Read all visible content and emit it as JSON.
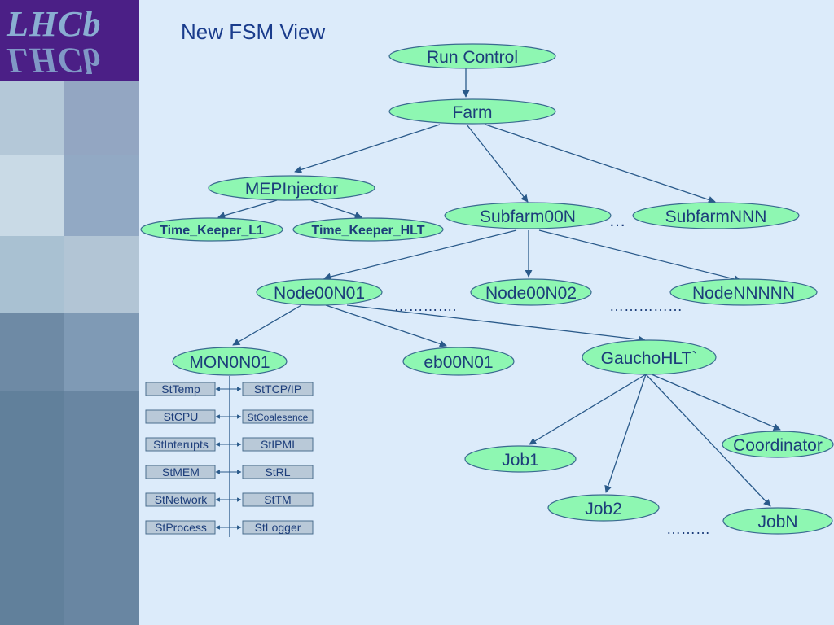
{
  "logo": {
    "text": "LHCb"
  },
  "title": "New FSM View",
  "nodes": {
    "run_control": "Run Control",
    "farm": "Farm",
    "mepinjector": "MEPInjector",
    "time_keeper_l1": "Time_Keeper_L1",
    "time_keeper_hlt": "Time_Keeper_HLT",
    "subfarm00n": "Subfarm00N",
    "subfarmnnn": "SubfarmNNN",
    "node00n01": "Node00N01",
    "node00n02": "Node00N02",
    "nodennnnn": "NodeNNNNN",
    "mon0n01": "MON0N01",
    "eb00n01": "eb00N01",
    "gauchohlt": "GauchoHLT`",
    "job1": "Job1",
    "job2": "Job2",
    "jobn": "JobN",
    "coordinator": "Coordinator"
  },
  "ellipses": {
    "subfarms": "…",
    "nodes_left": "………….",
    "nodes_right": "……………",
    "jobs": "………"
  },
  "services": {
    "left": [
      "StTemp",
      "StCPU",
      "StInterupts",
      "StMEM",
      "StNetwork",
      "StProcess"
    ],
    "right": [
      "StTCP/IP",
      "StCoalesence",
      "StIPMI",
      "StRL",
      "StTM",
      "StLogger"
    ]
  },
  "colors": {
    "background": "#dcebfa",
    "node_fill": "#8ef7b2",
    "node_stroke": "#3a6a90",
    "text": "#1c3d7a",
    "line": "#2a5a8a",
    "service_box_fill": "#b9c9d8",
    "title": "#1a3c8c",
    "logo_bg": "#4b1f86"
  }
}
